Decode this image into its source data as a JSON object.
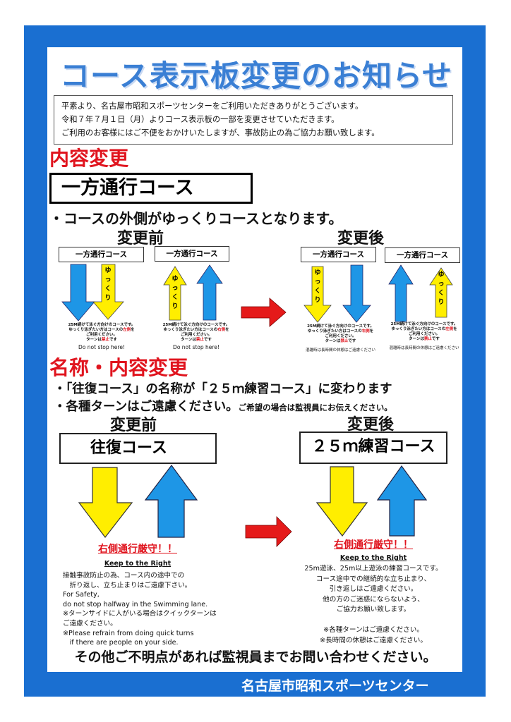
{
  "title": "コース表示板変更のお知らせ",
  "intro": {
    "line1": "平素より、名古屋市昭和スポーツセンターをご利用いただきありがとうございます。",
    "line2": "令和７年７月１日（月）よりコース表示板の一部を変更させていただきます。",
    "line3": "ご利用のお客様にはご不便をおかけいたしますが、事故防止の為ご協力お願い致します。"
  },
  "section1": {
    "heading": "内容変更",
    "course_name": "一方通行コース",
    "bullet": "・コースの外側がゆっくりコースとなります。",
    "before_label": "変更前",
    "after_label": "変更後",
    "lane_label": "一方通行コース",
    "slow_label": [
      "ゆ",
      "っ",
      "く",
      "り"
    ],
    "notice_line1": "25M続けて泳ぐ方向けのコースです。",
    "notice_line2a": "ゆっくり泳ぎたい方はコースの",
    "notice_line2b_left": "左側",
    "notice_line2b_right": "右側",
    "notice_line2c": "を",
    "notice_line3": "ご利用ください。",
    "notice_line4a": "ターンは",
    "notice_line4b": "禁止",
    "notice_line4c": "です",
    "dont_stop": "Do not stop here!",
    "crowded_note": "混雑時は長時間の休憩はご遠慮ください"
  },
  "section2": {
    "heading": "名称・内容変更",
    "bullet1": "・「往復コース」の名称が「２５ｍ練習コース」に変わります",
    "bullet2a": "・各種ターンはご遠慮ください。",
    "bullet2b": "ご希望の場合は監視員にお伝えください。",
    "before_label": "変更前",
    "after_label": "変更後",
    "before_name": "往復コース",
    "after_name": "２５ｍ練習コース",
    "keep_right_jp": "右側通行厳守！！",
    "keep_right_en": "Keep to the Right",
    "left_body": [
      "接触事故防止の為、コース内の途中での",
      "　折り返し、立ち止まりはご遠慮下さい。",
      "For Safety,",
      "do not stop halfway in the Swimming lane.",
      "※ターンサイドに人がいる場合はクイックターンは",
      "ご遠慮ください。",
      "※Please refrain from doing quick turns",
      "　if there are people on your side."
    ],
    "right_body": [
      "25m遊泳、25m以上遊泳の練習コースです。",
      "コース途中での継続的な立ち止まり、",
      "引き返しはご遠慮ください。",
      "他の方のご迷惑にならないよう、",
      "ご協力お願い致します。",
      "",
      "※各種ターンはご遠慮ください。",
      "※長時間の休憩はご遠慮ください。"
    ]
  },
  "footer": {
    "question": "その他ご不明点があれば監視員までお問い合わせください。",
    "org": "名古屋市昭和スポーツセンター"
  },
  "colors": {
    "frame_blue": "#1a6fd1",
    "title_blue": "#3a7fd4",
    "arrow_blue": "#1e96e6",
    "arrow_yellow": "#ffee00",
    "red": "#e0141e"
  }
}
